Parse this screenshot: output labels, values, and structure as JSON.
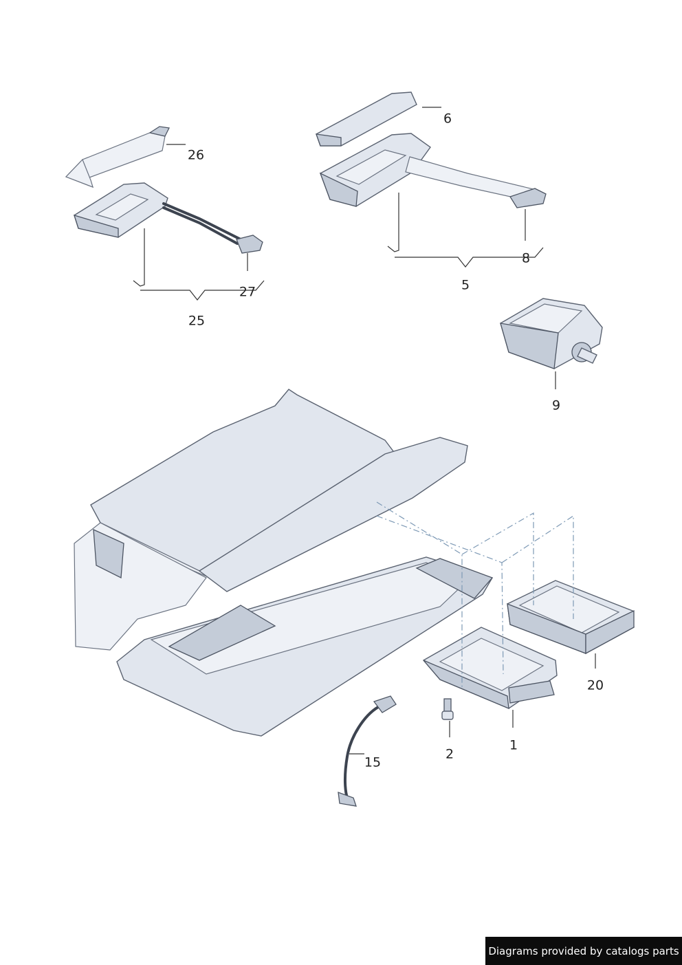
{
  "callouts": {
    "p1": "1",
    "p2": "2",
    "p5": "5",
    "p6": "6",
    "p8": "8",
    "p9": "9",
    "p15": "15",
    "p20": "20",
    "p25": "25",
    "p26": "26",
    "p27": "27"
  },
  "footer": {
    "credit": "Diagrams provided by catalogs parts"
  },
  "colors": {
    "part_fill": "#e1e6ee",
    "outline": "#5a6270",
    "dash_line": "#7d99b5",
    "credit_bg": "#0c0c0c"
  }
}
